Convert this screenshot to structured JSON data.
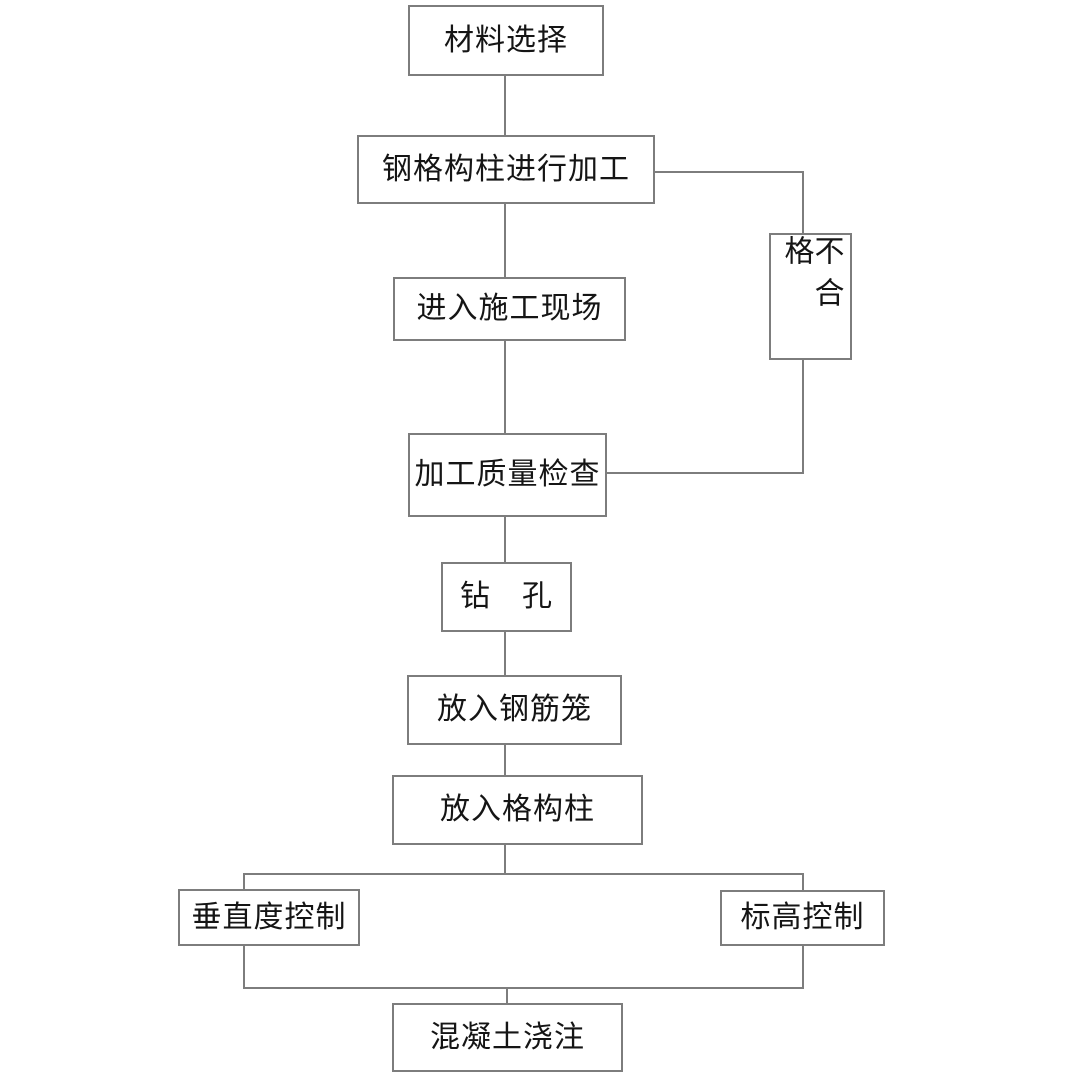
{
  "diagram": {
    "type": "flowchart",
    "language": "zh-CN",
    "colors": {
      "line": "#7d7d7d",
      "border": "#7d7d7d",
      "text": "#151515",
      "node_background": "#ffffff",
      "page_background": "#ffffff"
    },
    "nodes": {
      "material": {
        "label": "材料选择"
      },
      "processing": {
        "label": "钢格构柱进行加工"
      },
      "unqualified": {
        "label": "不合格",
        "text_orientation": "vertical"
      },
      "enter_site": {
        "label": "进入施工现场"
      },
      "quality_check": {
        "label": "加工质量检查"
      },
      "drilling": {
        "label": "钻　孔"
      },
      "rebar_cage": {
        "label": "放入钢筋笼"
      },
      "lattice_column": {
        "label": "放入格构柱"
      },
      "verticality": {
        "label": "垂直度控制"
      },
      "elevation": {
        "label": "标高控制"
      },
      "concrete": {
        "label": "混凝土浇注"
      }
    },
    "edges": [
      {
        "from": "material",
        "to": "processing"
      },
      {
        "from": "processing",
        "to": "enter_site"
      },
      {
        "from": "enter_site",
        "to": "quality_check"
      },
      {
        "from": "quality_check",
        "to": "drilling"
      },
      {
        "from": "drilling",
        "to": "rebar_cage"
      },
      {
        "from": "rebar_cage",
        "to": "lattice_column"
      },
      {
        "from": "lattice_column",
        "to": "verticality"
      },
      {
        "from": "lattice_column",
        "to": "elevation"
      },
      {
        "from": "verticality",
        "to": "concrete"
      },
      {
        "from": "elevation",
        "to": "concrete"
      },
      {
        "from": "processing",
        "to": "unqualified",
        "note": "side loop, right of main flow"
      },
      {
        "from": "unqualified",
        "to": "quality_check",
        "note": "side loop, right of main flow"
      }
    ]
  }
}
